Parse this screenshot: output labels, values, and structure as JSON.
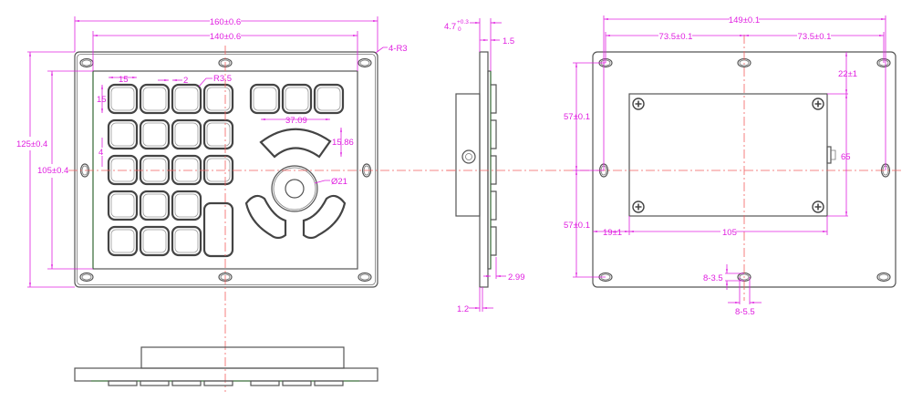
{
  "front_view": {
    "dims": {
      "overall_width": "160±0.6",
      "hole_pitch_width": "140±0.6",
      "corner_radius": "4-R3",
      "key_width": "15",
      "key_gap": "2",
      "key_radius": "R3.5",
      "key_height": "15",
      "row_gap": "4",
      "overall_height": "125±0.4",
      "hole_pitch_height": "105±0.4",
      "arc_width": "37.09",
      "arc_height": "15.86",
      "trackball_diameter": "Ø21"
    }
  },
  "side_view": {
    "dims": {
      "thickness": "4.7",
      "thickness_tol_upper": "+0.3",
      "thickness_tol_lower": "0",
      "front_layer": "1.5",
      "key_protrusion": "2.99",
      "plate": "1.2"
    }
  },
  "back_view": {
    "dims": {
      "hole_span": "149±0.1",
      "half_span_left": "73.5±0.1",
      "half_span_right": "73.5±0.1",
      "box_top_offset": "22±1",
      "box_height": "65",
      "vert_pitch_upper": "57±0.1",
      "vert_pitch_lower": "57±0.1",
      "box_left_offset": "19±1",
      "box_width": "105",
      "slot_height": "8-3.5",
      "slot_width": "8-5.5"
    }
  }
}
